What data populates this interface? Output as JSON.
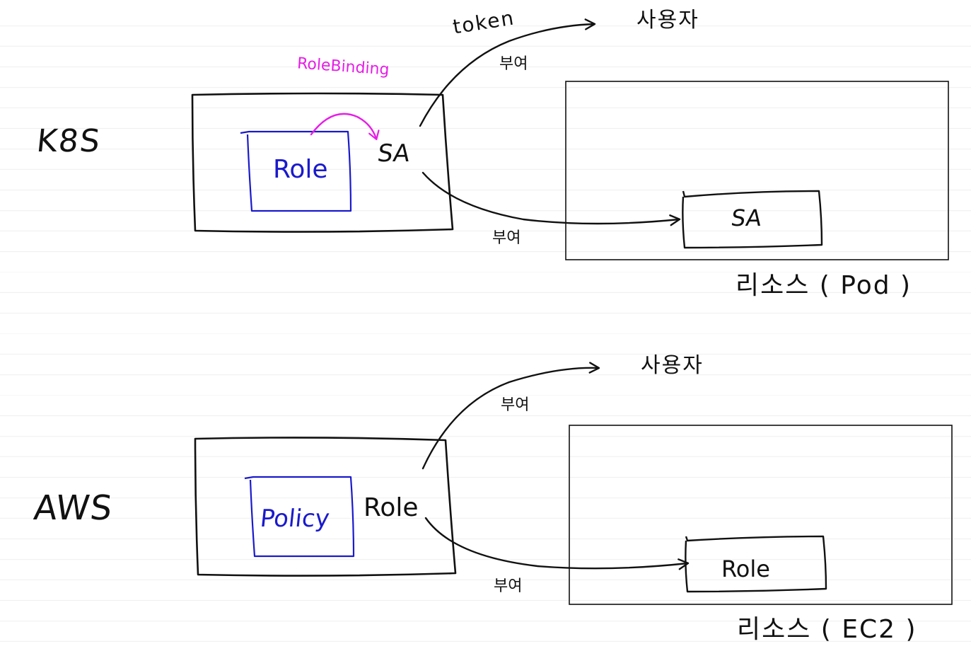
{
  "colors": {
    "ink": "#111111",
    "blue": "#1a1acc",
    "magenta": "#e61ee6"
  },
  "k8s": {
    "label": "K8S",
    "binding_label": "RoleBinding",
    "inner_box_label": "Role",
    "identity_label": "SA",
    "token_label": "token",
    "grant_to_user_label": "부여",
    "user_label": "사용자",
    "grant_to_resource_label": "부여",
    "resource_inner_label": "SA",
    "resource_label": "리소스 ( Pod )"
  },
  "aws": {
    "label": "AWS",
    "inner_box_label": "Policy",
    "identity_label": "Role",
    "grant_to_user_label": "부여",
    "user_label": "사용자",
    "grant_to_resource_label": "부여",
    "resource_inner_label": "Role",
    "resource_label": "리소스 ( EC2 )"
  }
}
